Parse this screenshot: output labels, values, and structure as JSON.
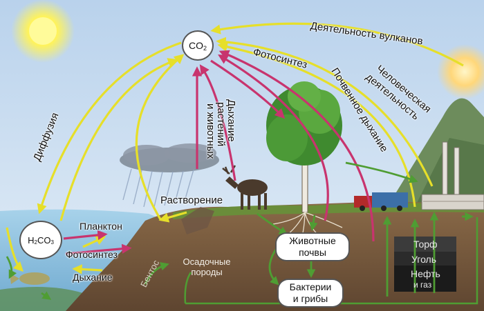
{
  "nodes": {
    "co2": {
      "main": "CO",
      "sub": "2"
    },
    "h2co3": {
      "p1": "H",
      "s1": "2",
      "p2": "CO",
      "s2": "3"
    }
  },
  "labels": {
    "volcano": "Деятельность вулканов",
    "human_1": "Человеческая",
    "human_2": "деятельность",
    "soil_resp": "Почвенное дыхание",
    "photo_top": "Фотосинтез",
    "resp_1": "Дыхание",
    "resp_2": "растений",
    "resp_3": "и животных",
    "diffusion": "Диффузия",
    "dissolution": "Растворение",
    "plankton": "Планктон",
    "photo_water": "Фотосинтез",
    "resp_water": "Дыхание",
    "benthos": "Бентос",
    "sediment_1": "Осадочные",
    "sediment_2": "породы",
    "soil_animals_1": "Животные",
    "soil_animals_2": "почвы",
    "bacteria_1": "Бактерии",
    "bacteria_2": "и грибы",
    "peat": "Торф",
    "coal": "Уголь",
    "oil_1": "Нефть",
    "oil_2": "и газ"
  },
  "colors": {
    "yellow_arrow": "#e6df2a",
    "pink_arrow": "#c8346e",
    "green_arrow": "#4f9d33",
    "sky": "#c9dcef",
    "water": "#9fcbe6",
    "soil": "#7a5a3c"
  }
}
